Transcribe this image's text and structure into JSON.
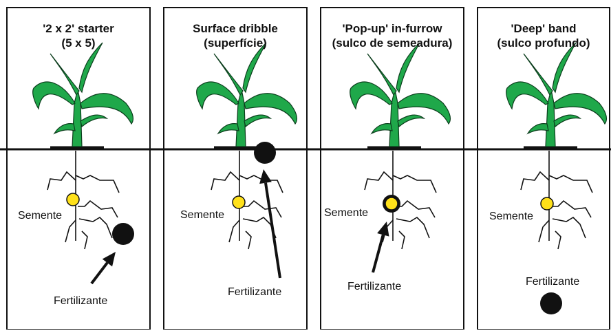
{
  "panels": [
    {
      "title_line1": "'2 x 2' starter",
      "title_line2": "(5 x 5)",
      "seed_label": "Semente",
      "fert_label": "Fertilizante"
    },
    {
      "title_line1": "Surface dribble",
      "title_line2": "(superfície)",
      "seed_label": "Semente",
      "fert_label": "Fertilizante"
    },
    {
      "title_line1": "'Pop-up' in-furrow",
      "title_line2": "(sulco de semeadura)",
      "seed_label": "Semente",
      "fert_label": "Fertilizante"
    },
    {
      "title_line1": "'Deep' band",
      "title_line2": "(sulco profundo)",
      "seed_label": "Semente",
      "fert_label": "Fertilizante"
    }
  ],
  "colors": {
    "leaf": "#1fa84a",
    "leaf_stroke": "#0b3d1c",
    "seed": "#ffe11a",
    "fertilizer": "#111111",
    "line": "#111111"
  }
}
